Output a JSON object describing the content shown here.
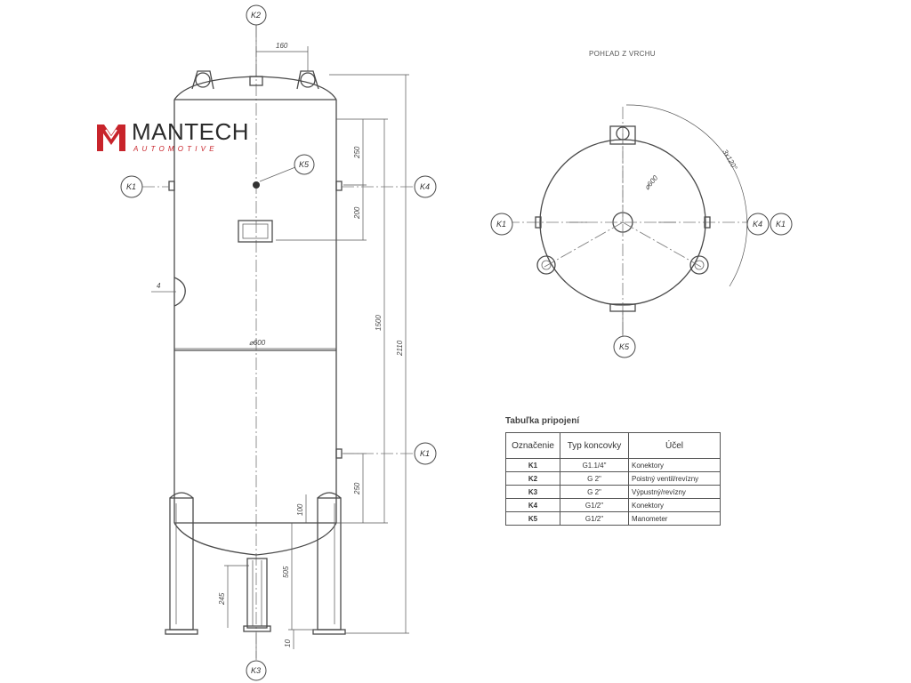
{
  "logo": {
    "word": "MANTECH",
    "sub": "AUTOMOTIVE",
    "mark_color": "#c8242b"
  },
  "side_view": {
    "tags": [
      "K2",
      "K5",
      "K1",
      "K4",
      "K1",
      "K3"
    ],
    "dimensions": [
      "160",
      "250",
      "200",
      "1500",
      "2110",
      "250",
      "100",
      "505",
      "245",
      "10"
    ],
    "diameter_label": "⌀600",
    "wall_label": "4"
  },
  "top_view": {
    "title": "POHĽAD Z VRCHU",
    "tags_left": "K1",
    "tags_right": [
      "K4",
      "K1"
    ],
    "tag_bottom": "K5",
    "diameter_label": "⌀600",
    "angle_label": "3x120°"
  },
  "connection_table": {
    "title": "Tabuľka pripojení",
    "headers": [
      "Označenie",
      "Typ koncovky",
      "Účel"
    ],
    "rows": [
      {
        "code": "K1",
        "type": "G1.1/4\"",
        "purpose": "Konektory"
      },
      {
        "code": "K2",
        "type": "G 2\"",
        "purpose": "Poistný ventil/revízny"
      },
      {
        "code": "K3",
        "type": "G 2\"",
        "purpose": "Výpustný/revízny"
      },
      {
        "code": "K4",
        "type": "G1/2\"",
        "purpose": "Konektory"
      },
      {
        "code": "K5",
        "type": "G1/2\"",
        "purpose": "Manometer"
      }
    ]
  }
}
